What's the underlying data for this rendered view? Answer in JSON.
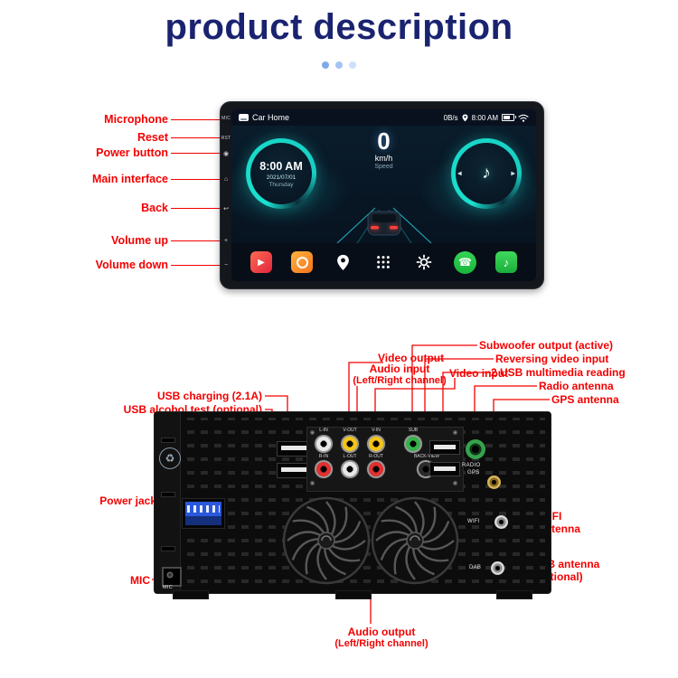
{
  "title": "product description",
  "colors": {
    "label_red": "#f40000",
    "title_blue": "#1a2370",
    "teal": "#1ae0cf"
  },
  "icons": {
    "recycle": "♻"
  },
  "front": {
    "labels": [
      "Microphone",
      "Reset",
      "Power button",
      "Main interface",
      "Back",
      "Volume up",
      "Volume down"
    ],
    "bezel": {
      "mic": "MIC",
      "rst": "RST",
      "power": "◉",
      "home": "⌂",
      "back": "↩",
      "vol_up": "+",
      "vol_down": "−"
    },
    "statusbar": {
      "home_label": "Car Home",
      "net": "0B/s",
      "time": "8:00 AM"
    },
    "clock": {
      "time": "8:00 AM",
      "date": "2021/07/01",
      "day": "Thursday"
    },
    "speed": {
      "value": "0",
      "unit": "km/h",
      "caption": "Speed"
    },
    "media": {
      "prev": "◀",
      "next": "▶",
      "note": "♪"
    },
    "dock": {
      "play": "▶",
      "phone": "☎",
      "music": "♪"
    }
  },
  "rear": {
    "labels": {
      "subwoofer": "Subwoofer output (active)",
      "reversing": "Reversing video input",
      "usb_media": "2 USB multimedia reading",
      "radio_antenna": "Radio antenna",
      "gps_antenna": "GPS antenna",
      "video_output": "Video output",
      "video_input": "Video input",
      "audio_input_1": "Audio input",
      "audio_input_2": "(Left/Right channel)",
      "usb_charging": "USB charging (2.1A)",
      "usb_alcohol": "USB alcohol test (optional)",
      "power_jack": "Power jack",
      "mic": "MIC",
      "wifi_1": "WIFI",
      "wifi_2": "antenna",
      "dab_1": "DAB antenna",
      "dab_2": "(Optional)",
      "audio_output_1": "Audio output",
      "audio_output_2": "(Left/Right channel)"
    },
    "prints": {
      "jacks_top": [
        "L-IN",
        "V-OUT",
        "V-IN",
        "SUB"
      ],
      "jacks_bottom": [
        "R-IN",
        "L-OUT",
        "R-OUT",
        "BACK-VIEW"
      ],
      "radio": "RADIO",
      "gps": "GPS",
      "wifi": "WIFI",
      "dab": "DAB",
      "mic": "MIC"
    }
  }
}
